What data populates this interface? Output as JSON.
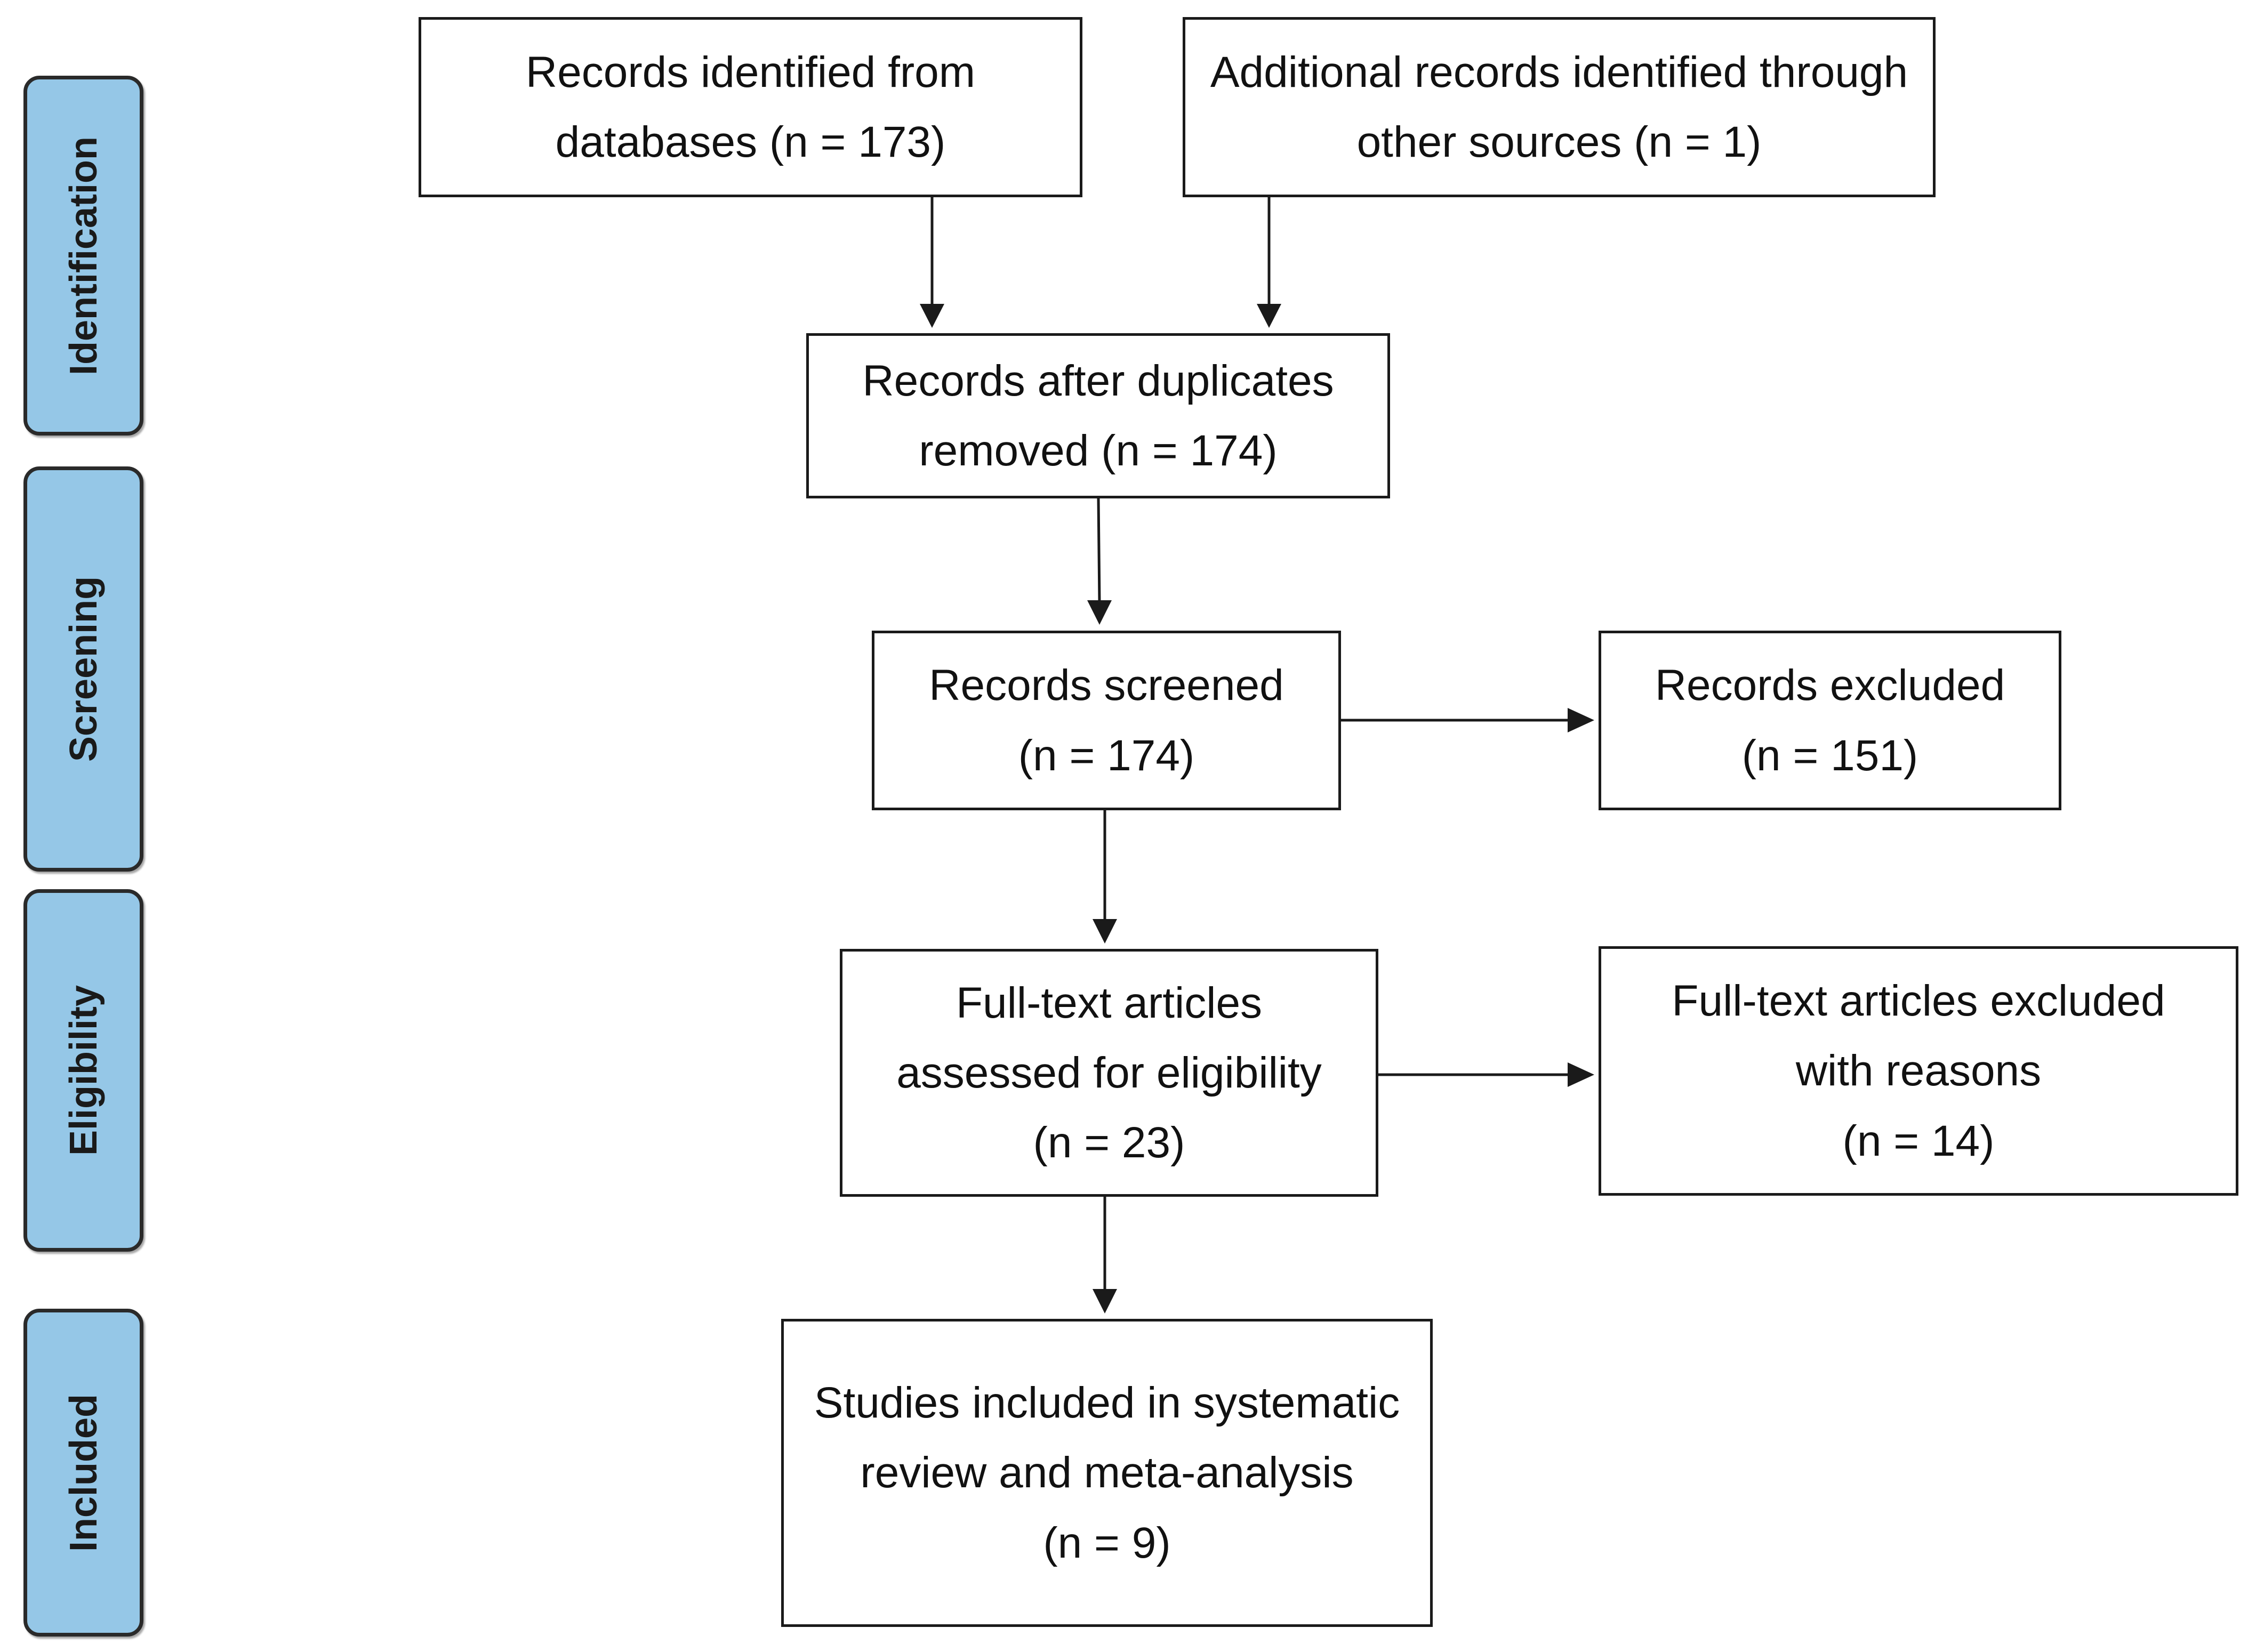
{
  "phases": {
    "identification": "Identification",
    "screening": "Screening",
    "eligibility": "Eligibility",
    "included": "Included"
  },
  "boxes": {
    "databases": {
      "line1": "Records identified from",
      "line2": "databases (n = 173)"
    },
    "other_sources": {
      "line1": "Additional records identified through",
      "line2": "other sources (n = 1)"
    },
    "duplicates_removed": {
      "line1": "Records after duplicates",
      "line2": "removed (n = 174)"
    },
    "screened": {
      "line1": "Records screened",
      "line2": "(n = 174)"
    },
    "excluded": {
      "line1": "Records excluded",
      "line2": "(n = 151)"
    },
    "fulltext_assessed": {
      "line1": "Full-text articles",
      "line2": "assessed for eligibility",
      "line3": "(n = 23)"
    },
    "fulltext_excluded": {
      "line1": "Full-text articles excluded",
      "line2": "with reasons",
      "line3": "(n = 14)"
    },
    "included_studies": {
      "line1": "Studies included in systematic",
      "line2": "review and meta-analysis",
      "line3": "(n = 9)"
    }
  }
}
